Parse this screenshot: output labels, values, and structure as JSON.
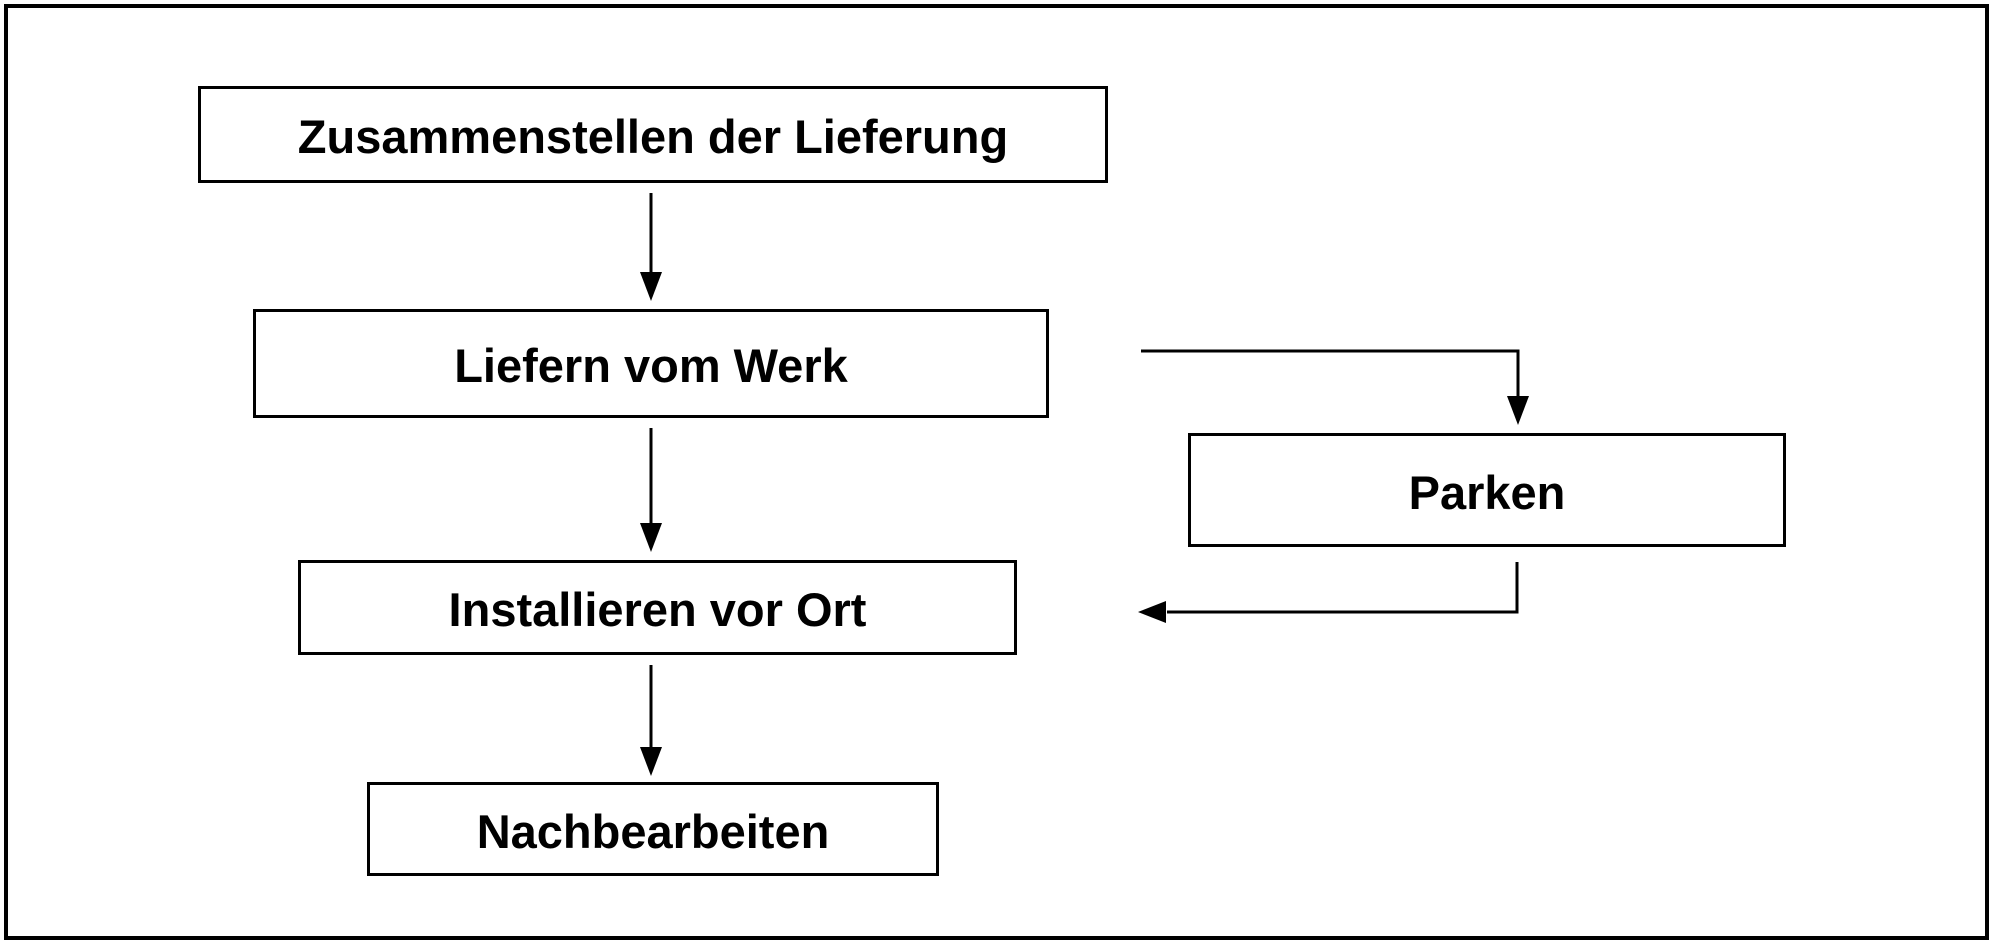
{
  "diagram": {
    "type": "flowchart",
    "colors": {
      "line": "#000000",
      "box_fill": "#ffffff",
      "background": "#ffffff"
    },
    "nodes": [
      {
        "id": "zusammenstellen",
        "label": "Zusammenstellen der Lieferung"
      },
      {
        "id": "liefern",
        "label": "Liefern vom Werk"
      },
      {
        "id": "installieren",
        "label": "Installieren vor Ort"
      },
      {
        "id": "nachbearbeiten",
        "label": "Nachbearbeiten"
      },
      {
        "id": "parken",
        "label": "Parken"
      }
    ],
    "edges": [
      {
        "from": "zusammenstellen",
        "to": "liefern",
        "style": "straight-down"
      },
      {
        "from": "liefern",
        "to": "installieren",
        "style": "straight-down"
      },
      {
        "from": "installieren",
        "to": "nachbearbeiten",
        "style": "straight-down"
      },
      {
        "from": "liefern",
        "to": "parken",
        "style": "elbow-right-then-down"
      },
      {
        "from": "parken",
        "to": "installieren",
        "style": "elbow-down-then-left"
      }
    ]
  }
}
